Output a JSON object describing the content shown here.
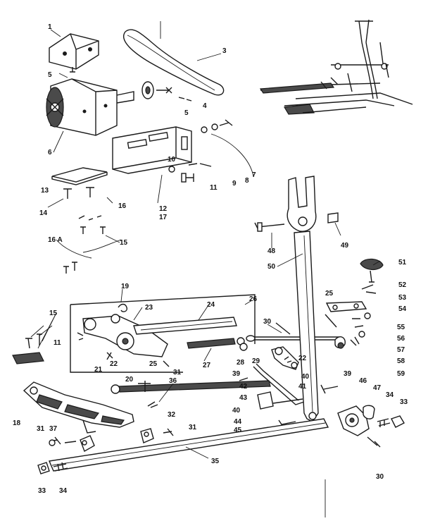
{
  "labels": {
    "l1": "1",
    "l3": "3",
    "l4": "4",
    "l5a": "5",
    "l5b": "5",
    "l6": "6",
    "l7": "7",
    "l8": "8",
    "l9": "9",
    "l10": "10",
    "l11a": "11",
    "l11b": "11",
    "l12": "12",
    "l13": "13",
    "l14": "14",
    "l15a": "15",
    "l15b": "15",
    "l16": "16",
    "l16a": "16 A",
    "l17": "17",
    "l18": "18",
    "l19": "19",
    "l20": "20",
    "l21": "21",
    "l22a": "22",
    "l22b": "22",
    "l23": "23",
    "l24": "24",
    "l25a": "25",
    "l25b": "25",
    "l26": "26",
    "l27": "27",
    "l28": "28",
    "l29": "29",
    "l30a": "30",
    "l30b": "30",
    "l31a": "31",
    "l31b": "31",
    "l31c": "31",
    "l32": "32",
    "l33a": "33",
    "l33b": "33",
    "l34a": "34",
    "l34b": "34",
    "l35": "35",
    "l36": "36",
    "l37": "37",
    "l39a": "39",
    "l39b": "39",
    "l40a": "40",
    "l40b": "40",
    "l41": "41",
    "l42": "42",
    "l43": "43",
    "l44": "44",
    "l45": "45",
    "l46": "46",
    "l47": "47",
    "l48": "48",
    "l49": "49",
    "l50": "50",
    "l51": "51",
    "l52": "52",
    "l53": "53",
    "l54": "54",
    "l55": "55",
    "l56": "56",
    "l57": "57",
    "l58": "58",
    "l59": "59"
  }
}
